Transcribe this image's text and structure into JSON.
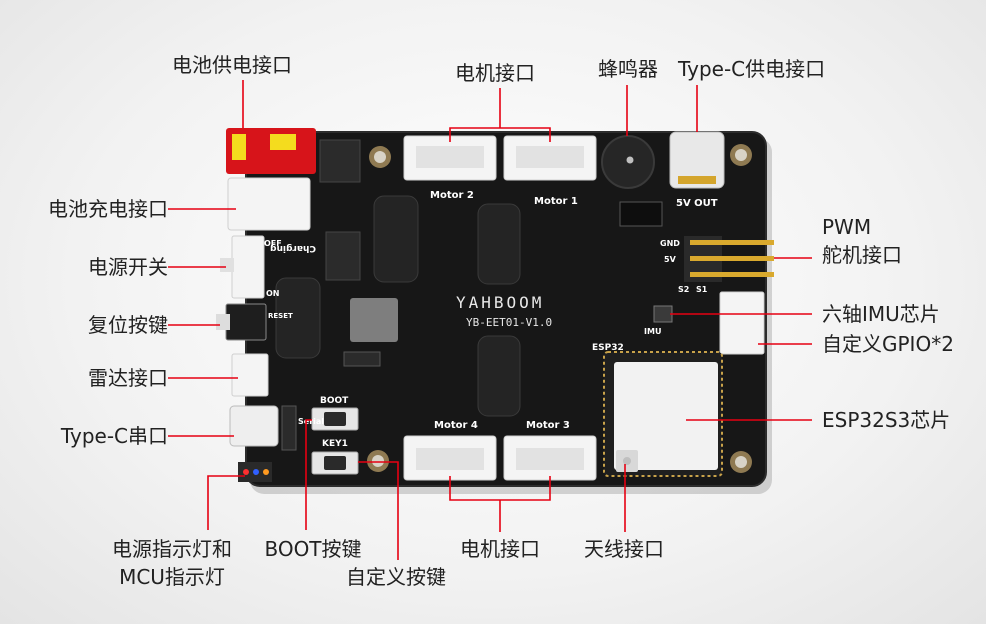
{
  "colors": {
    "board": "#161616",
    "line": "#e60012",
    "text": "#222222",
    "connector": "#f4f4f4",
    "red_connector": "#d7141a"
  },
  "labels": {
    "battery_power": "电池供电接口",
    "motor_top": "电机接口",
    "buzzer": "蜂鸣器",
    "typec_power": "Type-C供电接口",
    "battery_charge": "电池充电接口",
    "power_switch": "电源开关",
    "reset_key": "复位按键",
    "radar": "雷达接口",
    "typec_serial": "Type-C串口",
    "pwm_line1": "PWM",
    "pwm_line2": "舵机接口",
    "imu": "六轴IMU芯片",
    "gpio": "自定义GPIO*2",
    "esp32": "ESP32S3芯片",
    "leds_line1": "电源指示灯和",
    "leds_line2": "MCU指示灯",
    "boot_key": "BOOT按键",
    "custom_key": "自定义按键",
    "motor_bottom": "电机接口",
    "antenna": "天线接口"
  },
  "silkscreen": {
    "motor1": "Motor 1",
    "motor2": "Motor 2",
    "motor3": "Motor 3",
    "motor4": "Motor 4",
    "five_v_out": "5V OUT",
    "charging": "Charging",
    "off": "OFF",
    "on": "ON",
    "reset": "RESET",
    "boot": "BOOT",
    "key1": "KEY1",
    "serial": "Serial",
    "esp32": "ESP32",
    "imu": "IMU",
    "gnd": "GND",
    "v5": "5V",
    "s2": "S2",
    "s1": "S1",
    "logo": "YAHBOOM",
    "version": "YB-EET01-V1.0"
  }
}
